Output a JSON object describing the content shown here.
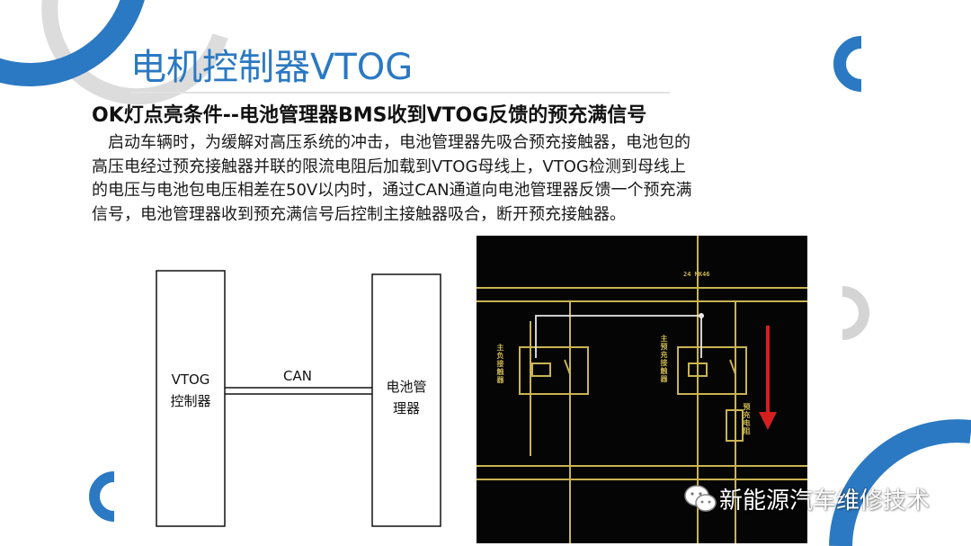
{
  "header": {
    "title": "电机控制器VTOG"
  },
  "content": {
    "subtitle": "OK灯点亮条件--电池管理器BMS收到VTOG反馈的预充满信号",
    "paragraph_lines": [
      "启动车辆时，为缓解对高压系统的冲击，电池管理器先吸合预充接触器，电池包的",
      "高压电经过预充接触器并联的限流电阻后加载到VTOG母线上，VTOG检测到母线上",
      "的电压与电池包电压相差在50V以内时，通过CAN通道向电池管理器反馈一个预充满",
      "信号，电池管理器收到预充满信号后控制主接触器吸合，断开预充接触器。"
    ]
  },
  "block_diagram": {
    "left_box_label_line1": "VTOG",
    "left_box_label_line2": "控制器",
    "link_label": "CAN",
    "right_box_label_line1": "电池管",
    "right_box_label_line2": "理器"
  },
  "circuit_photo": {
    "top_label": "24  MK46",
    "left_relay_label": "主负接触器",
    "right_relay_label": "主预充接触器",
    "resistor_label": "预充电阻",
    "arrow_color": "#d41f1f",
    "wire_color": "#c9b352"
  },
  "watermark": {
    "text": "新能源汽车维修技术",
    "icon": "wechat-icon"
  },
  "colors": {
    "accent": "#2b79c2",
    "decor_gray": "#d4d4d4"
  }
}
